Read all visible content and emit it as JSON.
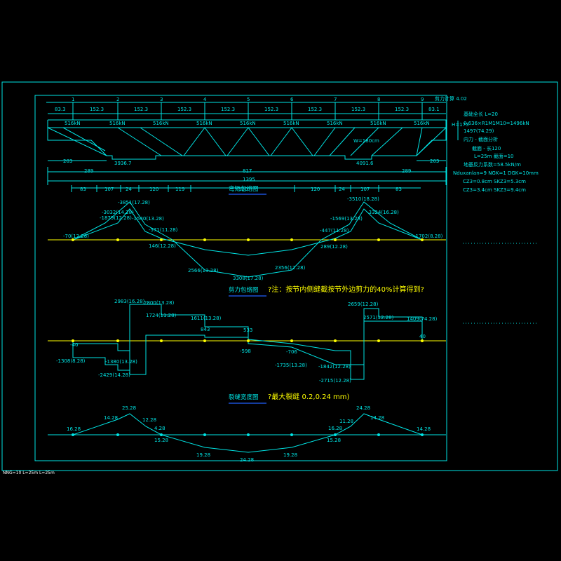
{
  "colors": {
    "background": "#000000",
    "line": "#00e5e5",
    "axis": "#ffff00",
    "title": "#00e5e5",
    "note": "#ffff00",
    "underline": "#2060ff"
  },
  "frame": {
    "corner_label": "NNG=10  L=25m  L=25m"
  },
  "header": {
    "top_right_note": "剪力计算 4.02",
    "support_numbers": [
      "1",
      "2",
      "3",
      "4",
      "5",
      "6",
      "7",
      "8",
      "9"
    ],
    "spacings": [
      "83.3",
      "152.3",
      "152.3",
      "152.3",
      "152.3",
      "152.3",
      "152.3",
      "152.3",
      "152.3",
      "83.1"
    ],
    "loads": [
      "516kN",
      "516kN",
      "516kN",
      "516kN",
      "516kN",
      "516kN",
      "516kN",
      "516kN",
      "516kN"
    ],
    "pier_left": "3936.7",
    "pier_right": "4091.6",
    "w_label": "W=180cm",
    "side_left": "203",
    "side_right": "203",
    "dim_total_left": "289",
    "dim_total_mid": "817",
    "dim_total_right": "289",
    "overall_length": "1395",
    "height_label": "H=175"
  },
  "side_notes": [
    "基础全长 L=20",
    "0.636×R1M1M10=1496kN",
    "1497(74.29)",
    "内力 - 截面分析",
    "截面 - 长120",
    "L=25m    截面=10",
    "地基反力系数=58.5kN/m",
    "Nduxanlan=9   NGK=1   DGK=10mm",
    "CZ3=0.8cm    SKZ3=5.3cm",
    "CZ3=3.4cm    SKZ3=9.4cm"
  ],
  "section1": {
    "title": "弯矩包络图",
    "dims": [
      "83",
      "107",
      "24",
      "120",
      "119",
      "120",
      "120",
      "24",
      "107",
      "83"
    ],
    "labels": [
      "-3851(17.28)",
      "-3032(14.28)",
      "-1879(12.28)",
      "-1540(13.28)",
      "-571(11.28)",
      "-1702(8.28)",
      "146(12.28)",
      "2566(13.28)",
      "3308(17.28)",
      "2356(12.28)",
      "289(12.28)",
      "-447(11.28)",
      "-1569(13.28)",
      "-3510(18.28)",
      "-3324(16.28)",
      "-70(12.28)"
    ]
  },
  "section2": {
    "title": "剪力包络图",
    "note": "?注：按节内侧缝截按节外边剪力的40%计算得到?",
    "labels": [
      "2983(16.28)",
      "2800(13.28)",
      "1724(11.28)",
      "1611(13.28)",
      "843",
      "533",
      "-40",
      "-598",
      "-706",
      "-1308(8.28)",
      "-1380(13.28)",
      "-2429(14.28)",
      "-1735(13.28)",
      "-1842(12.28)",
      "-2715(12.28)",
      "2659(12.28)",
      "2571(12.28)",
      "1409(74.28)",
      "40"
    ]
  },
  "section3": {
    "title": "裂缝宽度图",
    "note": "?最大裂缝 0.2,0.24 mm)",
    "labels": [
      "25.28",
      "14.28",
      "12.28",
      "16.28",
      "4.28",
      "15.28",
      "19.28",
      "24.28",
      "19.28",
      "11.28",
      "15.28",
      "24.28",
      "16.28",
      "14.28",
      "14.28"
    ]
  }
}
